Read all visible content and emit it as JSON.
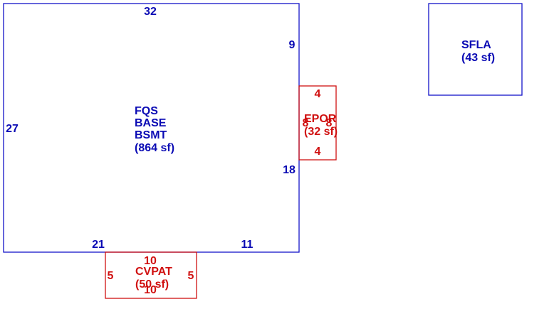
{
  "colors": {
    "main": "#1414c8",
    "main_text": "#0a0ab4",
    "addon": "#d01010"
  },
  "areas": {
    "base": {
      "lines": [
        "FQS",
        "BASE",
        "BSMT",
        "(864 sf)"
      ],
      "dims": {
        "top": "32",
        "right_upper": "9",
        "left": "27",
        "right_lower": "18",
        "bottom_left": "21",
        "bottom_right": "11"
      }
    },
    "epor": {
      "lines": [
        "EPOR",
        "(32 sf)"
      ],
      "dims": {
        "top": "4",
        "bottom": "4",
        "left": "8",
        "right": "8"
      }
    },
    "cvpat": {
      "lines": [
        "CVPAT",
        "(50 sf)"
      ],
      "dims": {
        "top": "10",
        "bottom": "10",
        "left": "5",
        "right": "5"
      }
    },
    "sfla": {
      "lines": [
        "SFLA",
        "(43 sf)"
      ]
    }
  }
}
